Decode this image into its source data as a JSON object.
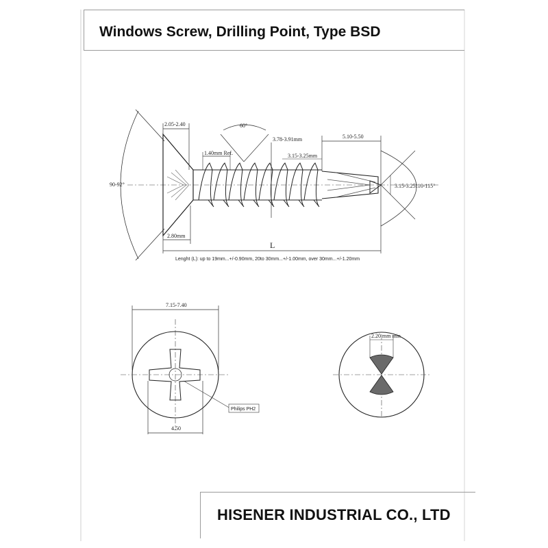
{
  "title": "Windows Screw, Drilling Point, Type BSD",
  "company": "HISENER INDUSTRIAL CO., LTD",
  "side_view": {
    "head_width": "2.05-2.40",
    "countersink_angle": "60°",
    "thread_pitch": "1.40mm Ref.",
    "outer_diameter": "3.78-3.91mm",
    "inner_diameter": "3.15-3.25mm",
    "drill_length": "5.10-5.50",
    "head_angle": "90-92°",
    "drill_diameter": "3.15-3.25",
    "point_angle": "110-115°",
    "head_height": "2.80mm",
    "length_symbol": "L",
    "length_tolerance": "Lenght (L):  up to 19mm...+/-0.90mm, 20to 30mm...+/-1.00mm, over 30mm...+/-1.20mm"
  },
  "top_view": {
    "head_diameter": "7.15-7.40",
    "recess_label": "Philips PH2",
    "recess_width": "4.50"
  },
  "point_view": {
    "web_width": "2.20 mm min"
  }
}
